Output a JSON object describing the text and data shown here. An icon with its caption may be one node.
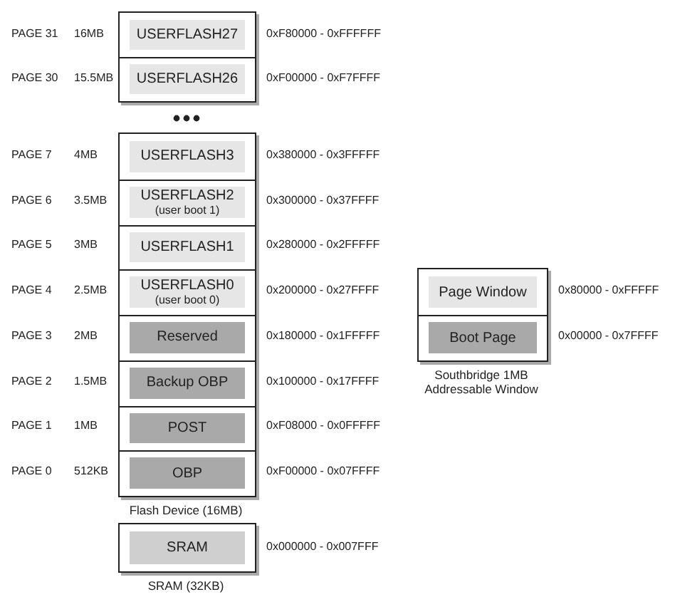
{
  "diagram": {
    "nodes": [
      {
        "text": [],
        "shape": "box"
      },
      {
        "text": [
          "USERFLASH27"
        ],
        "in": 0,
        "beside": [
          "PAGE 31",
          "16MB",
          "0xF80000 - 0xFFFFFF"
        ]
      },
      {
        "text": [
          "USERFLASH26"
        ],
        "in": 0,
        "beside": [
          "PAGE 30",
          "15.5MB",
          "0xF00000 - 0xF7FFFF"
        ]
      },
      {
        "text": [
          "Flash Device (16MB)"
        ]
      },
      {
        "text": [
          "USERFLASH3"
        ],
        "in": 3,
        "beside": [
          "PAGE 7",
          "4MB",
          "0x380000 - 0x3FFFFF"
        ]
      },
      {
        "text": [
          "USERFLASH2",
          "(user boot 1)"
        ],
        "in": 3,
        "beside": [
          "PAGE 6",
          "3.5MB",
          "0x300000 - 0x37FFFF"
        ]
      },
      {
        "text": [
          "USERFLASH1"
        ],
        "in": 3,
        "beside": [
          "PAGE 5",
          "3MB",
          "0x280000 - 0x2FFFFF"
        ]
      },
      {
        "text": [
          "USERFLASH0",
          "(user boot 0)"
        ],
        "in": 3,
        "beside": [
          "PAGE 4",
          "2.5MB",
          "0x200000 - 0x27FFFF"
        ]
      },
      {
        "text": [
          "Reserved"
        ],
        "in": 3,
        "beside": [
          "PAGE 3",
          "2MB",
          "0x180000 - 0x1FFFFF"
        ]
      },
      {
        "text": [
          "Backup OBP"
        ],
        "in": 3,
        "beside": [
          "PAGE 2",
          "1.5MB",
          "0x100000 - 0x17FFFF"
        ]
      },
      {
        "text": [
          "POST"
        ],
        "in": 3,
        "beside": [
          "PAGE 1",
          "1MB",
          "0xF08000 - 0x0FFFFF"
        ]
      },
      {
        "text": [
          "OBP"
        ],
        "in": 3,
        "beside": [
          "PAGE 0",
          "512KB",
          "0xF00000 - 0x07FFFF"
        ]
      },
      {
        "text": [
          "SRAM (32KB)"
        ]
      },
      {
        "text": [
          "SRAM"
        ],
        "in": 12,
        "beside": [
          "0x000000 - 0x007FFF"
        ]
      },
      {
        "text": [
          "Southbridge 1MB Addressable Window"
        ]
      },
      {
        "text": [
          "Page Window"
        ],
        "in": 14,
        "beside": [
          "0x80000 - 0xFFFFF"
        ]
      },
      {
        "text": [
          "Boot Page"
        ],
        "in": 14,
        "beside": [
          "0x00000 - 0x7FFFF"
        ]
      }
    ],
    "edges": []
  }
}
